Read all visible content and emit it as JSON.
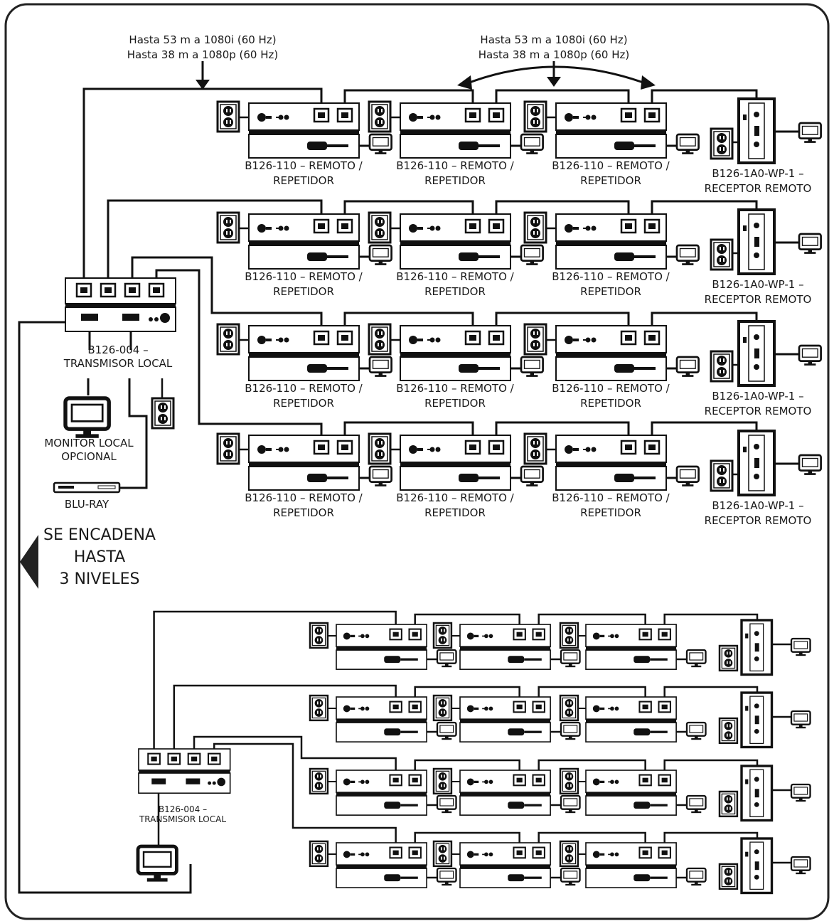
{
  "top_notes": {
    "left": [
      "Hasta 53 m a 1080i (60 Hz)",
      "Hasta 38 m a 1080p (60 Hz)"
    ],
    "right": [
      "Hasta 53 m a 1080i (60 Hz)",
      "Hasta 38 m a 1080p (60 Hz)"
    ]
  },
  "remote_label": [
    "B126-110 – REMOTO /",
    "REPETIDOR"
  ],
  "receiver_label": [
    "B126-1A0-WP-1 –",
    "RECEPTOR REMOTO"
  ],
  "transmitter_label": [
    "B126-004 –",
    "TRANSMISOR LOCAL"
  ],
  "monitor_label": [
    "MONITOR LOCAL",
    "OPCIONAL"
  ],
  "bluray_label": "BLU-RAY",
  "chain_note": [
    "SE ENCADENA",
    "HASTA",
    "3 NIVELES"
  ],
  "counts": {
    "rows_per_level": 4,
    "remotes_per_row": 3,
    "levels_shown": 2
  },
  "icons": [
    "wall-outlet-icon",
    "monitor-icon",
    "blu-ray-player-icon",
    "arrow-down-icon",
    "arrow-left-icon"
  ]
}
